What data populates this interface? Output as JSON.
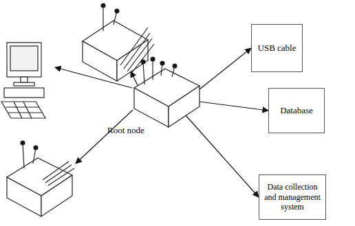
{
  "diagram": {
    "nodes": [
      {
        "text": [
          "Root node"
        ]
      },
      {
        "text": [
          "USB cable"
        ]
      },
      {
        "text": [
          "Database"
        ]
      },
      {
        "text": [
          "Data collection and management system"
        ]
      }
    ],
    "edges": [
      {
        "from": 0,
        "to": 1,
        "arrow": "to"
      },
      {
        "from": 0,
        "to": 2,
        "arrow": "to"
      },
      {
        "from": 0,
        "to": 3,
        "arrow": "to"
      }
    ]
  }
}
